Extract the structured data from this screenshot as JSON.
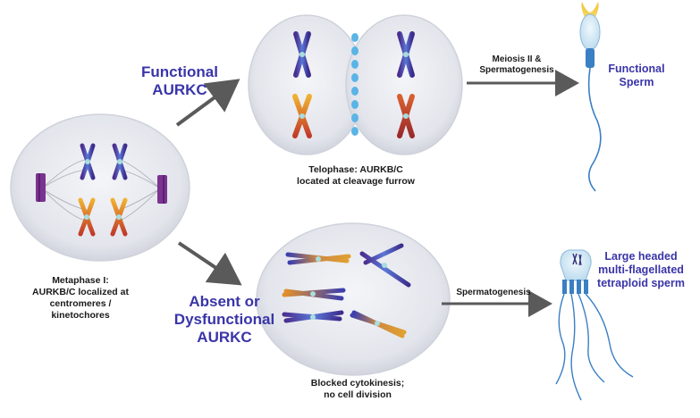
{
  "labels": {
    "functional_aurkc": [
      "Functional",
      "AURKC"
    ],
    "absent_aurkc": [
      "Absent or",
      "Dysfunctional",
      "AURKC"
    ],
    "metaphase": [
      "Metaphase I:",
      "AURKB/C localized at",
      "centromeres /",
      "kinetochores"
    ],
    "telophase": [
      "Telophase: AURKB/C",
      "located at cleavage furrow"
    ],
    "blocked": [
      "Blocked cytokinesis;",
      "no cell division"
    ],
    "meiosis": [
      "Meiosis II &",
      "Spermatogenesis"
    ],
    "spermatogenesis": "Spermatogenesis",
    "functional_sperm": [
      "Functional",
      "Sperm"
    ],
    "large_headed": [
      "Large headed",
      "multi-flagellated",
      "tetraploid sperm"
    ]
  },
  "colors": {
    "chromosome_blue": "#3b3fae",
    "chromosome_orange": "#e08a2a",
    "chromosome_red": "#c7472c",
    "centromere": "#a8dde0",
    "cleavage_furrow": "#5ab4e6",
    "cell_fill": "#e6e8ee",
    "arrow": "#5a5a5a",
    "accent_text": "#3a35a8"
  },
  "icons": [
    "chromosome-icon",
    "sperm-icon",
    "tetraploid-sperm-icon",
    "centrosome-icon",
    "arrow-icon"
  ]
}
